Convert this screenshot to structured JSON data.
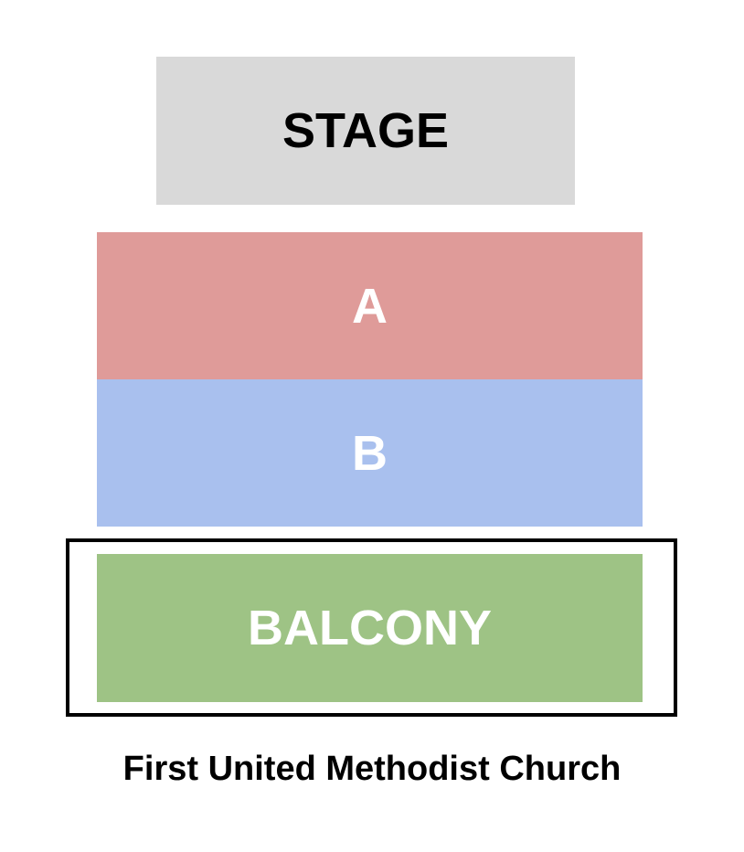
{
  "stage": {
    "label": "STAGE",
    "color": "#d9d9d9"
  },
  "sections": {
    "a": {
      "label": "A",
      "color": "#df9b99"
    },
    "b": {
      "label": "B",
      "color": "#a9c0ee"
    },
    "balcony": {
      "label": "BALCONY",
      "color": "#9ec385"
    }
  },
  "venue": {
    "name": "First United Methodist Church"
  }
}
